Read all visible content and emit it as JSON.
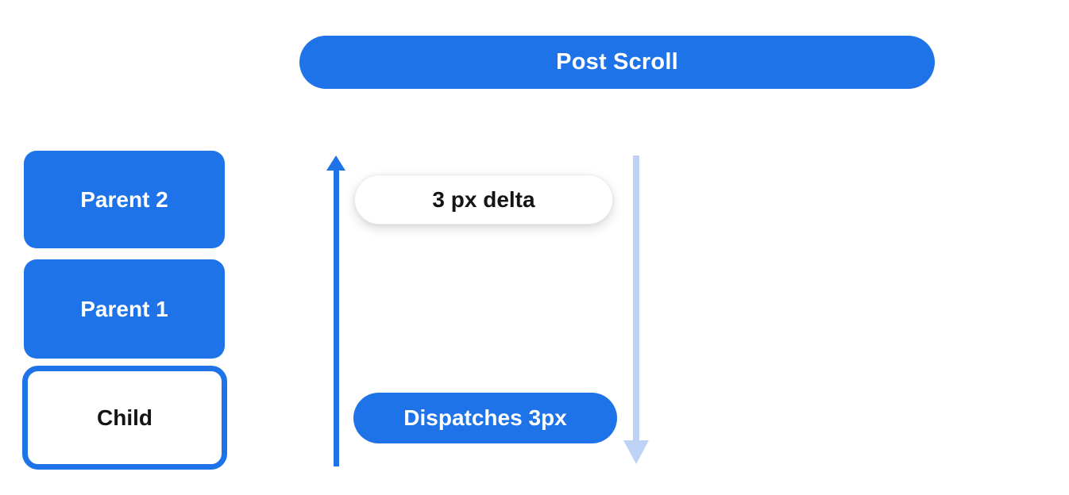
{
  "title": "Post Scroll",
  "colors": {
    "primary_blue": "#1f73e8",
    "light_blue": "#bdd2f4",
    "text_black": "#141414",
    "pill_border": "#ececec",
    "background": "#ffffff"
  },
  "tree": {
    "items": [
      {
        "label": "Parent 2",
        "variant": "filled"
      },
      {
        "label": "Parent 1",
        "variant": "filled"
      },
      {
        "label": "Child",
        "variant": "outlined"
      }
    ]
  },
  "flow": {
    "delta_badge": "3 px delta",
    "dispatch_badge": "Dispatches 3px",
    "icons": {
      "up_arrow": "up-arrow-icon",
      "down_arrow": "down-arrow-icon"
    }
  }
}
